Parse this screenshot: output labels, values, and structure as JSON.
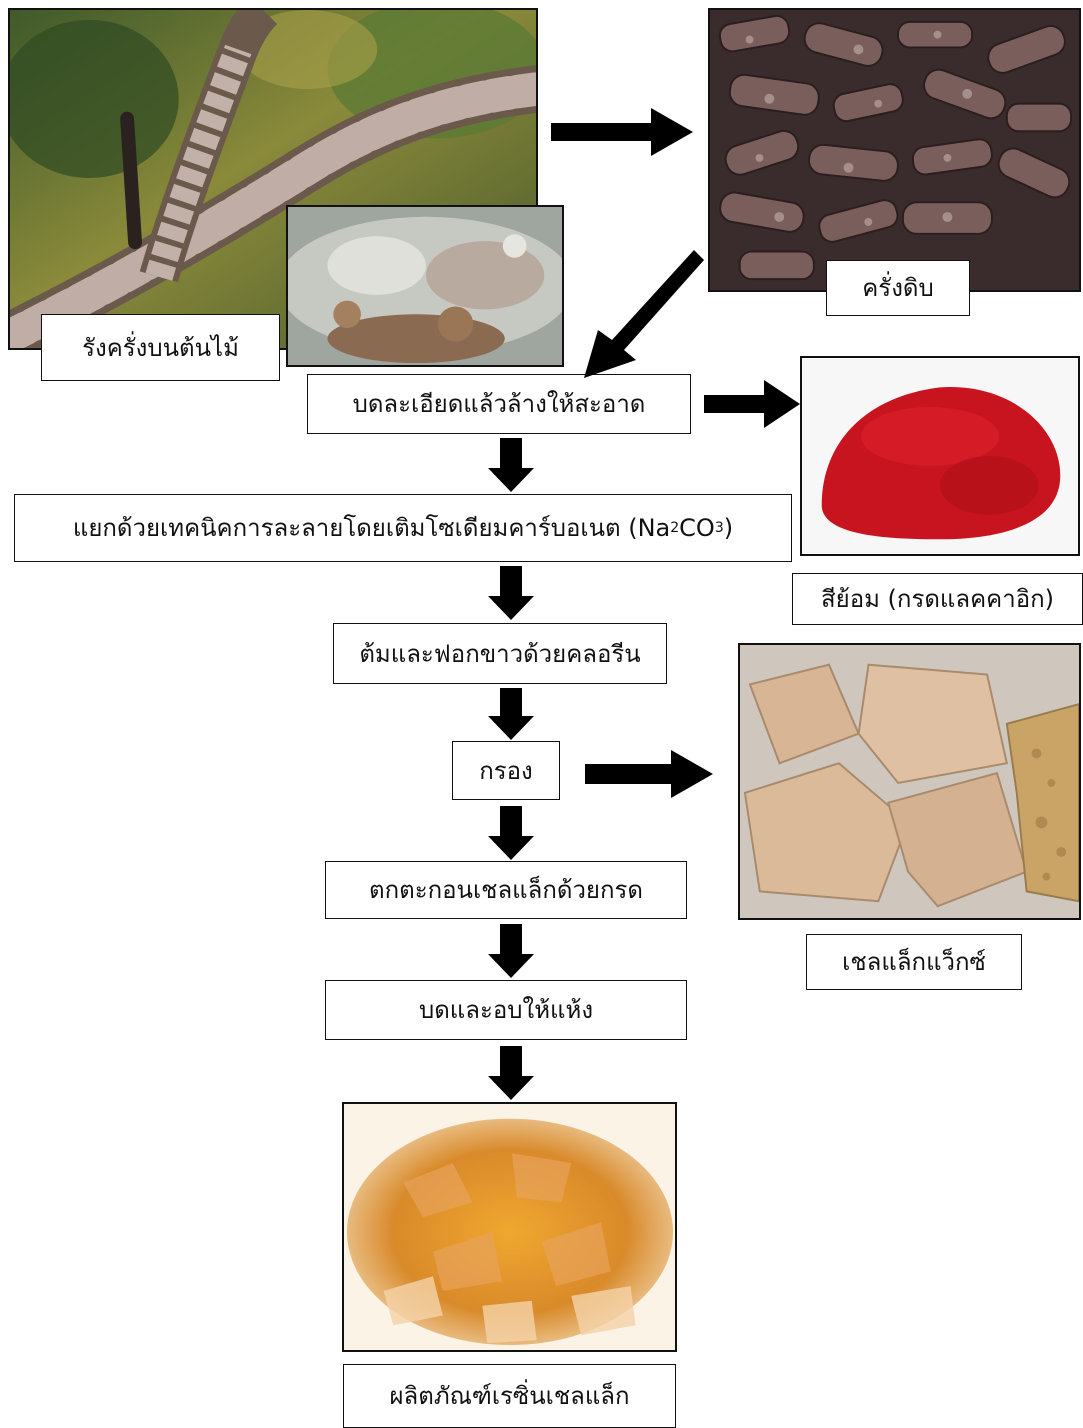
{
  "photos": {
    "tree": "lac-on-tree-photo",
    "lac_closeup": "lac-closeup-photo",
    "raw_lac": "raw-stick-lac-photo",
    "red_dye": "red-dye-powder-photo",
    "wax": "shellac-wax-photo",
    "resin": "shellac-resin-flakes-photo"
  },
  "labels": {
    "tree": "รังครั่งบนต้นไม้",
    "raw_lac": "ครั่งดิบ",
    "dye": "สีย้อม (กรดแลคคาอิก)",
    "wax": "เชลแล็กแว็กซ์",
    "product": "ผลิตภัณฑ์เรซิ่นเชลแล็ก"
  },
  "steps": {
    "grind_wash": "บดละเอียดแล้วล้างให้สะอาด",
    "separate_prefix": "แยกด้วยเทคนิคการละลายโดยเติมโซเดียมคาร์บอเนต (Na",
    "separate_sub1": "2",
    "separate_mid": "CO",
    "separate_sub2": "3",
    "separate_suffix": ")",
    "boil_bleach": "ต้มและฟอกขาวด้วยคลอรีน",
    "filter": "กรอง",
    "precipitate": "ตกตะกอนเชลแล็กด้วยกรด",
    "grind_dry": "บดและอบให้แห้ง"
  },
  "colors": {
    "arrow": "#000000",
    "dye_red": "#c8141e",
    "wax_tan": "#d7b28f",
    "resin_amber": "#d98a2a",
    "raw_lac": "#6e5250"
  }
}
